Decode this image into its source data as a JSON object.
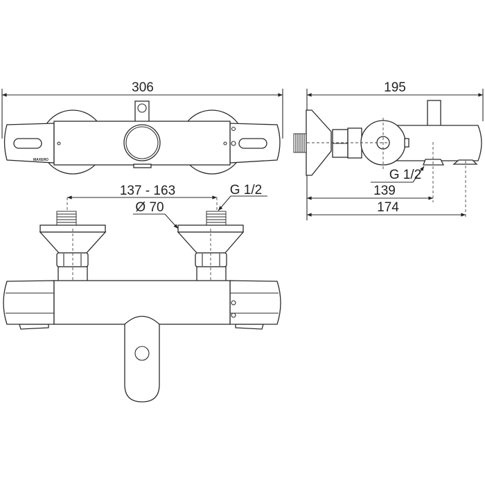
{
  "top_view": {
    "width_dim": "306",
    "brand_mark": "MAXERO"
  },
  "side_view": {
    "depth_dim": "195",
    "outlet_thread": "G 1/2",
    "outlet_dim_1": "139",
    "outlet_dim_2": "174"
  },
  "front_view": {
    "centers_dim": "137 - 163",
    "inlet_thread": "G 1/2",
    "flange_diameter": "Ø 70"
  }
}
